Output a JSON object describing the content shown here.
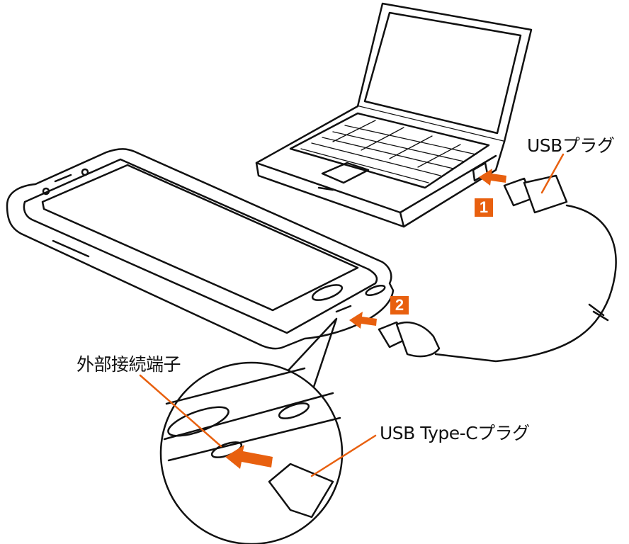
{
  "labels": {
    "usb_plug": "USBプラグ",
    "external_port": "外部接続端子",
    "usb_typec_plug": "USB Type-Cプラグ"
  },
  "steps": [
    "1",
    "2"
  ],
  "colors": {
    "accent": "#e8600f",
    "line": "#111111"
  }
}
